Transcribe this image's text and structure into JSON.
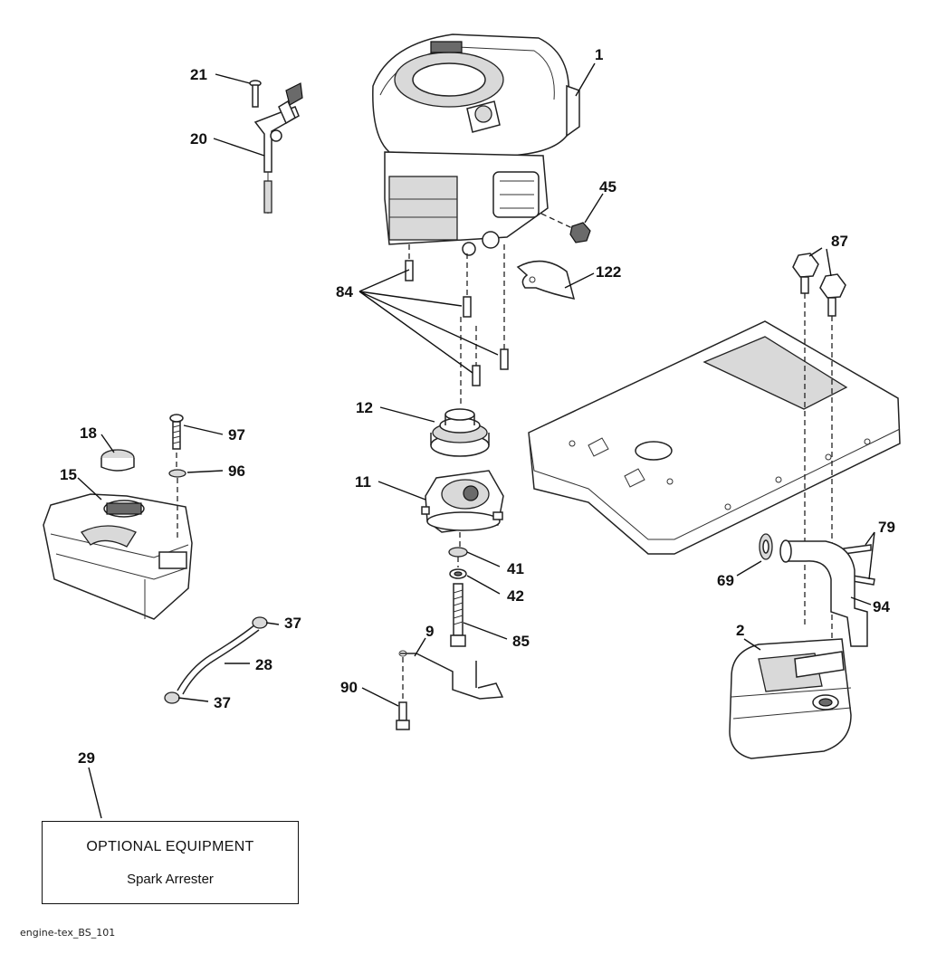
{
  "callouts": {
    "c1": "1",
    "c2": "2",
    "c9": "9",
    "c11": "11",
    "c12": "12",
    "c15": "15",
    "c18": "18",
    "c20": "20",
    "c21": "21",
    "c28": "28",
    "c29": "29",
    "c37a": "37",
    "c37b": "37",
    "c41": "41",
    "c42": "42",
    "c45": "45",
    "c69": "69",
    "c79": "79",
    "c84": "84",
    "c85": "85",
    "c87": "87",
    "c90": "90",
    "c94": "94",
    "c96": "96",
    "c97": "97",
    "c122": "122"
  },
  "optional_box": {
    "title": "OPTIONAL EQUIPMENT",
    "subtitle": "Spark Arrester"
  },
  "footer": {
    "code": "engine-tex_BS_101"
  }
}
